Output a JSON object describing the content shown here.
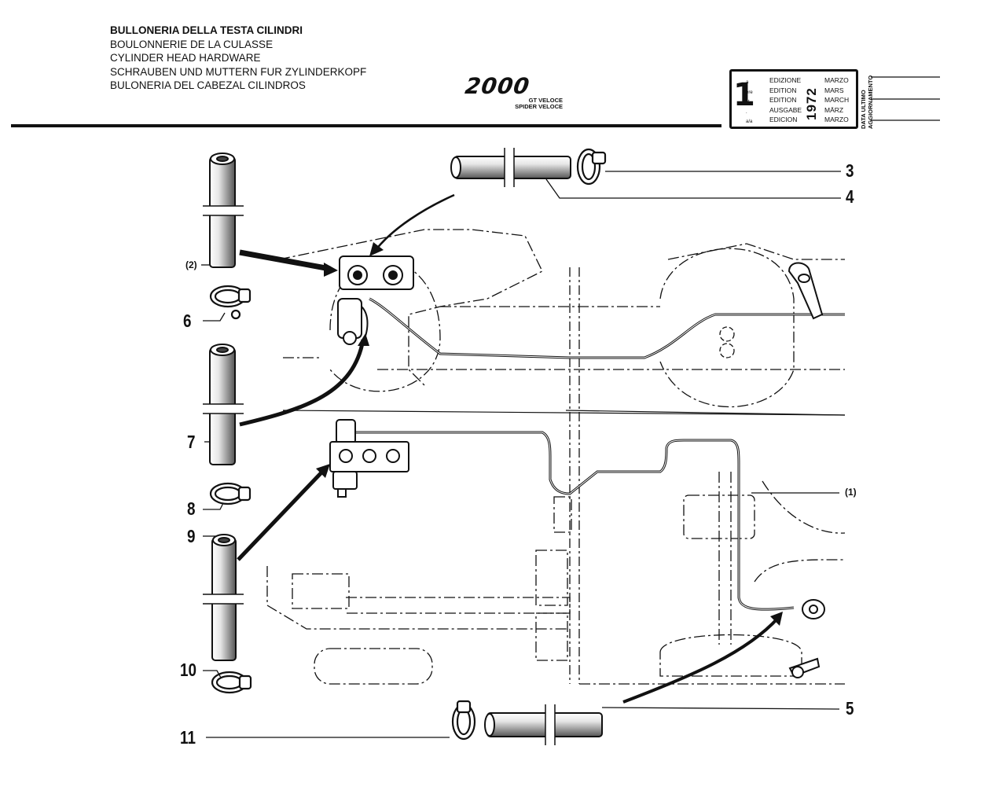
{
  "title_lines": [
    "BULLONERIA DELLA TESTA CILINDRI",
    "BOULONNERIE DE LA CULASSE",
    "CYLINDER HEAD HARDWARE",
    "SCHRAUBEN UND MUTTERN FUR ZYLINDERKOPF",
    "BULONERIA DEL CABEZAL CILINDROS"
  ],
  "logo": {
    "main": "2000",
    "sub_1": "GT VELOCE",
    "sub_2": "SPIDER VELOCE"
  },
  "edition": {
    "number": "1",
    "suffixes": [
      "a",
      "ère",
      "st",
      ".",
      "a/a"
    ],
    "words": [
      "EDIZIONE",
      "EDITION",
      "EDITION",
      "AUSGABE",
      "EDICION"
    ],
    "year": "1972",
    "months": [
      "MARZO",
      "MARS",
      "MARCH",
      "MÄRZ",
      "MARZO"
    ]
  },
  "update_label": {
    "line_1": "DATA ULTIMO",
    "line_2": "AGGIORNAMENTO"
  },
  "callouts": {
    "c3": "3",
    "c4": "4",
    "c5": "5",
    "c6": "6",
    "c7": "7",
    "c8": "8",
    "c9": "9",
    "c10": "10",
    "c11": "11",
    "note_2": "(2)",
    "note_1": "(1)"
  }
}
